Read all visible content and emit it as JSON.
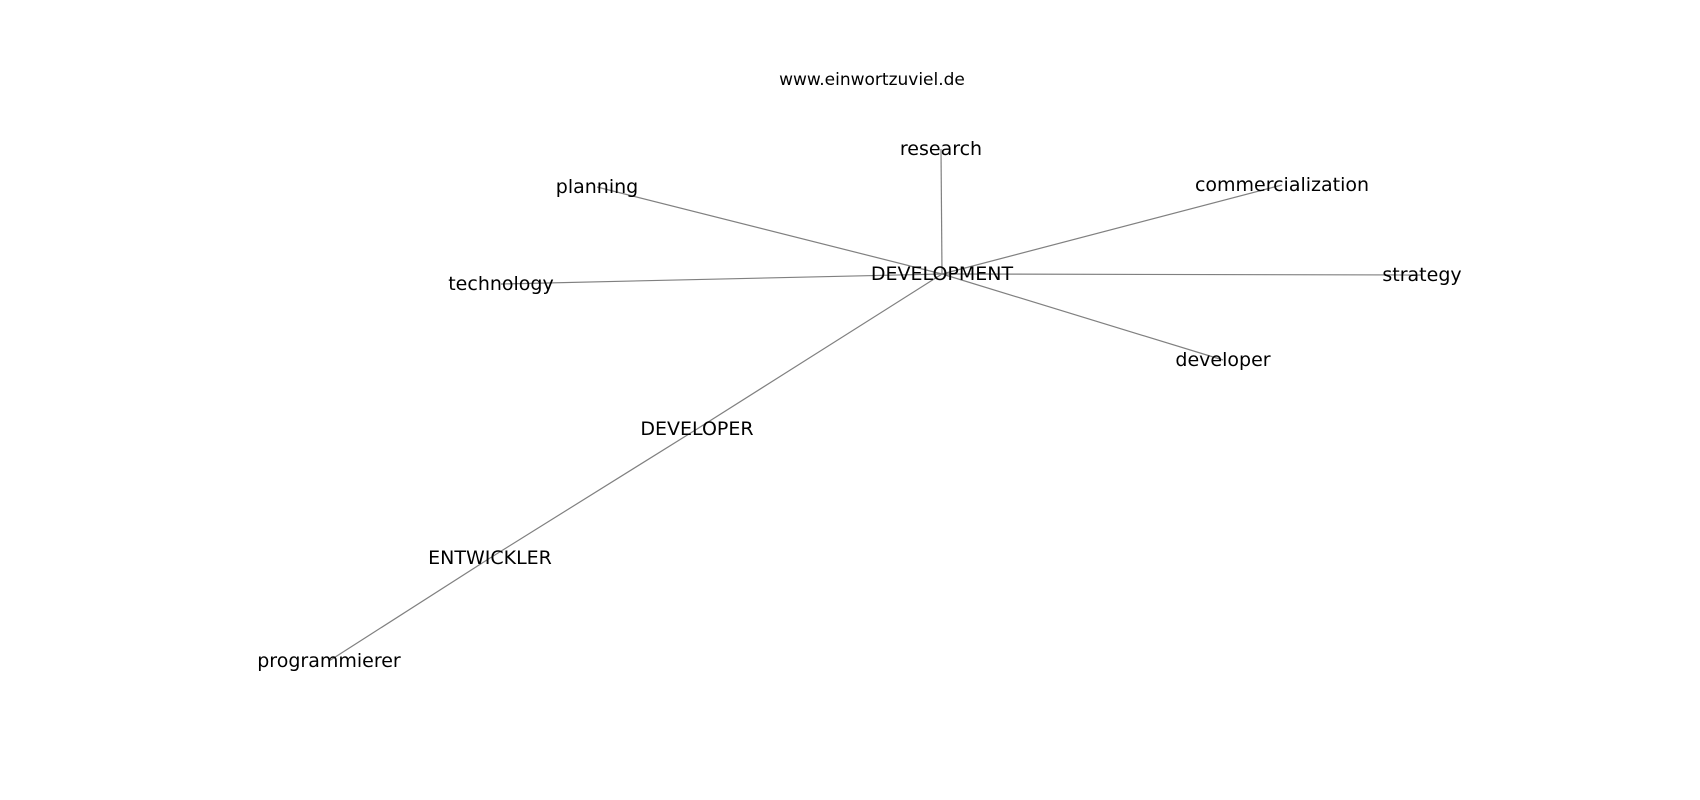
{
  "watermark": "www.einwortzuviel.de",
  "graph": {
    "nodes": [
      {
        "id": "development",
        "label": "DEVELOPMENT"
      },
      {
        "id": "research",
        "label": "research"
      },
      {
        "id": "planning",
        "label": "planning"
      },
      {
        "id": "commercialization",
        "label": "commercialization"
      },
      {
        "id": "technology",
        "label": "technology"
      },
      {
        "id": "strategy",
        "label": "strategy"
      },
      {
        "id": "developer_lower",
        "label": "developer"
      },
      {
        "id": "developer_upper",
        "label": "DEVELOPER"
      },
      {
        "id": "entwickler",
        "label": "ENTWICKLER"
      },
      {
        "id": "programmierer",
        "label": "programmierer"
      }
    ],
    "edges": [
      [
        "development",
        "research"
      ],
      [
        "development",
        "planning"
      ],
      [
        "development",
        "commercialization"
      ],
      [
        "development",
        "technology"
      ],
      [
        "development",
        "strategy"
      ],
      [
        "development",
        "developer_lower"
      ],
      [
        "development",
        "developer_upper"
      ],
      [
        "developer_upper",
        "entwickler"
      ],
      [
        "entwickler",
        "programmierer"
      ]
    ]
  }
}
